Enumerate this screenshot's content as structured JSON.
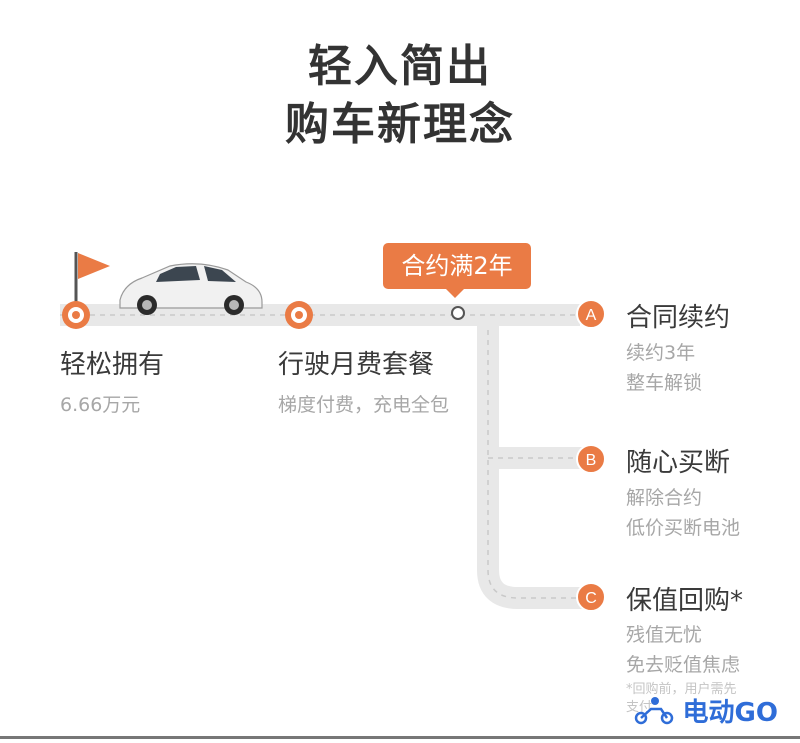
{
  "title": {
    "line1": "轻入简出",
    "line2": "购车新理念"
  },
  "bubble": "合约满2年",
  "steps": [
    {
      "title": "轻松拥有",
      "sub": "6.66万元"
    },
    {
      "title": "行驶月费套餐",
      "sub": "梯度付费，充电全包"
    }
  ],
  "options": [
    {
      "badge": "A",
      "title": "合同续约",
      "lines": [
        "续约3年",
        "整车解锁"
      ]
    },
    {
      "badge": "B",
      "title": "随心买断",
      "lines": [
        "解除合约",
        "低价买断电池"
      ]
    },
    {
      "badge": "C",
      "title": "保值回购*",
      "lines": [
        "残值无忧",
        "免去贬值焦虑"
      ]
    }
  ],
  "footnote": {
    "line1": "*回购前，用户需先",
    "line2": "支付"
  },
  "logo": {
    "text": "电动GO",
    "icon": "scooter-rider-icon"
  },
  "colors": {
    "accent": "#ea7b45",
    "road": "#e6e6e6",
    "logo": "#2f6dd8"
  }
}
